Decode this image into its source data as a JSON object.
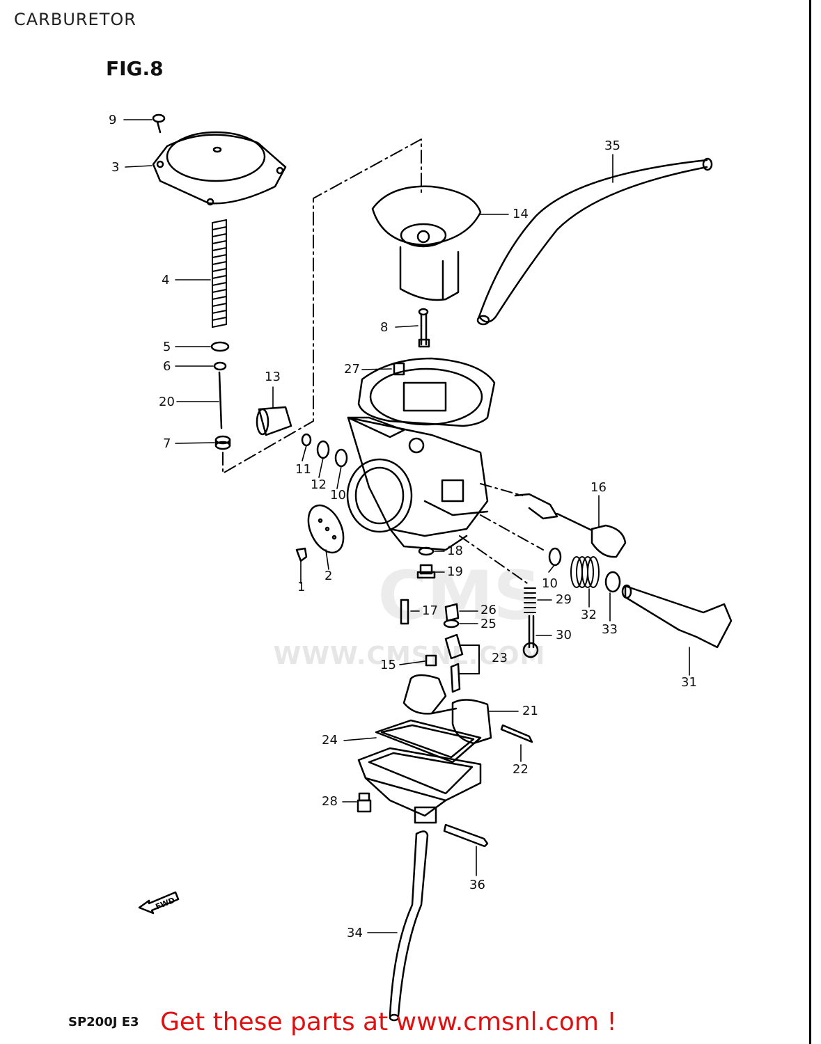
{
  "header": {
    "title": "CARBURETOR"
  },
  "figure": {
    "label": "FIG.8"
  },
  "watermark": {
    "logo": "CMS",
    "url": "WWW.CMSNL.COM"
  },
  "footer": {
    "model_code": "SP200J  E3",
    "cta": "Get these parts at www.cmsnl.com !"
  },
  "fwd_label": "FWD",
  "callouts": [
    {
      "num": "9"
    },
    {
      "num": "3"
    },
    {
      "num": "4"
    },
    {
      "num": "5"
    },
    {
      "num": "6"
    },
    {
      "num": "20"
    },
    {
      "num": "7"
    },
    {
      "num": "13"
    },
    {
      "num": "11"
    },
    {
      "num": "12"
    },
    {
      "num": "10"
    },
    {
      "num": "2"
    },
    {
      "num": "1"
    },
    {
      "num": "14"
    },
    {
      "num": "35"
    },
    {
      "num": "8"
    },
    {
      "num": "27"
    },
    {
      "num": "16"
    },
    {
      "num": "18"
    },
    {
      "num": "19"
    },
    {
      "num": "10"
    },
    {
      "num": "17"
    },
    {
      "num": "26"
    },
    {
      "num": "25"
    },
    {
      "num": "29"
    },
    {
      "num": "32"
    },
    {
      "num": "33"
    },
    {
      "num": "30"
    },
    {
      "num": "15"
    },
    {
      "num": "23"
    },
    {
      "num": "31"
    },
    {
      "num": "21"
    },
    {
      "num": "24"
    },
    {
      "num": "22"
    },
    {
      "num": "28"
    },
    {
      "num": "36"
    },
    {
      "num": "34"
    }
  ]
}
